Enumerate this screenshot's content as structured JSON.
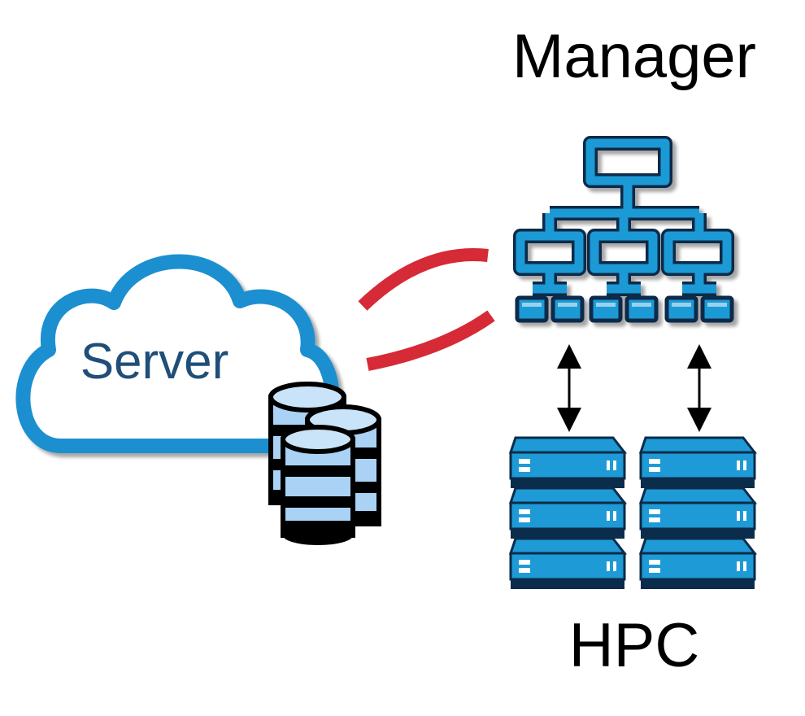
{
  "labels": {
    "manager": "Manager",
    "server": "Server",
    "hpc": "HPC"
  },
  "colors": {
    "node_blue": "#1e9ad6",
    "node_dark": "#0b2c4a",
    "cloud_blue": "#1f8fd0",
    "server_text": "#1f4e79",
    "link_red": "#d62a36",
    "db_fill": "#a9d2f5",
    "outline": "#000000"
  },
  "icons": {
    "server_node": "cloud-icon",
    "storage": "database-stack-icon",
    "manager_node": "hierarchy-tree-icon",
    "hpc_node": "server-rack-icon",
    "connection": "wireless-link-icon",
    "flow": "bidirectional-arrow-icon"
  }
}
